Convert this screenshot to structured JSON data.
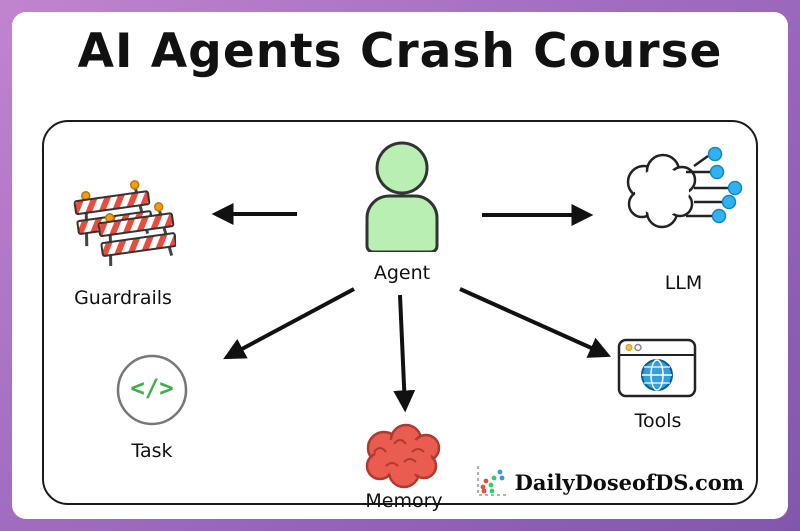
{
  "title": "AI Agents Crash Course",
  "agent": {
    "label": "Agent"
  },
  "nodes": {
    "guardrails": {
      "label": "Guardrails"
    },
    "llm": {
      "label": "LLM"
    },
    "task": {
      "label": "Task",
      "symbol": "</>"
    },
    "memory": {
      "label": "Memory"
    },
    "tools": {
      "label": "Tools"
    }
  },
  "branding": {
    "text": "DailyDoseofDS.com"
  },
  "colors": {
    "border_gradient_start": "#c184cf",
    "border_gradient_end": "#8257ab",
    "agent_green": "#b9efb2",
    "llm_dot_blue": "#2fb3f0",
    "task_green": "#3fae49",
    "memory_red": "#ea5b50",
    "guardrail_red": "#e74c3c",
    "lamp_orange": "#f39c12",
    "globe_blue": "#2f9fe0",
    "arrow_black": "#111111"
  }
}
